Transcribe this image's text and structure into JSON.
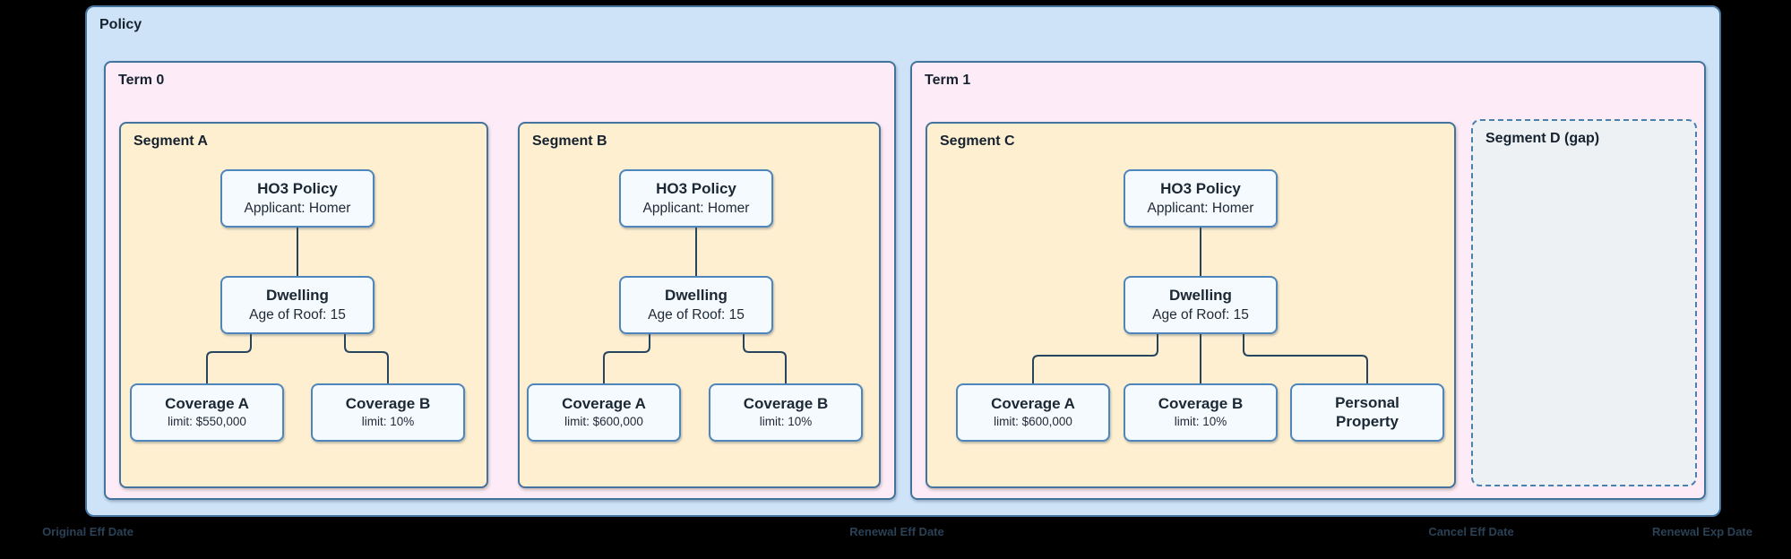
{
  "policy": {
    "label": "Policy"
  },
  "terms": [
    {
      "label": "Term 0",
      "segments": [
        {
          "label": "Segment A",
          "nodes": [
            {
              "title": "HO3 Policy",
              "subtitle": "Applicant: Homer"
            },
            {
              "title": "Dwelling",
              "subtitle": "Age of Roof: 15"
            },
            {
              "title": "Coverage A",
              "subtitle": "limit: $550,000"
            },
            {
              "title": "Coverage B",
              "subtitle": "limit: 10%"
            }
          ]
        },
        {
          "label": "Segment B",
          "nodes": [
            {
              "title": "HO3 Policy",
              "subtitle": "Applicant: Homer"
            },
            {
              "title": "Dwelling",
              "subtitle": "Age of Roof: 15"
            },
            {
              "title": "Coverage A",
              "subtitle": "limit: $600,000"
            },
            {
              "title": "Coverage B",
              "subtitle": "limit: 10%"
            }
          ]
        }
      ]
    },
    {
      "label": "Term 1",
      "segments": [
        {
          "label": "Segment C",
          "nodes": [
            {
              "title": "HO3 Policy",
              "subtitle": "Applicant: Homer"
            },
            {
              "title": "Dwelling",
              "subtitle": "Age of Roof: 15"
            },
            {
              "title": "Coverage A",
              "subtitle": "limit: $600,000"
            },
            {
              "title": "Coverage B",
              "subtitle": "limit: 10%"
            },
            {
              "title": "Personal Property"
            }
          ]
        },
        {
          "label": "Segment D (gap)",
          "nodes": []
        }
      ]
    }
  ],
  "timeline": {
    "labels": [
      "Original Eff Date",
      "Renewal Eff Date",
      "Cancel Eff Date",
      "Renewal Exp Date"
    ]
  },
  "colors": {
    "background": "#000000",
    "policy_fill": "#cfe3f8",
    "term_fill": "#fdecf7",
    "segment_fill": "#feefd0",
    "gap_fill": "#edf1f4",
    "node_fill": "#f4fafe",
    "container_border": "#44739e",
    "node_border": "#4e86bb",
    "connector": "#27455e",
    "timeline_text": "#2b4156"
  }
}
